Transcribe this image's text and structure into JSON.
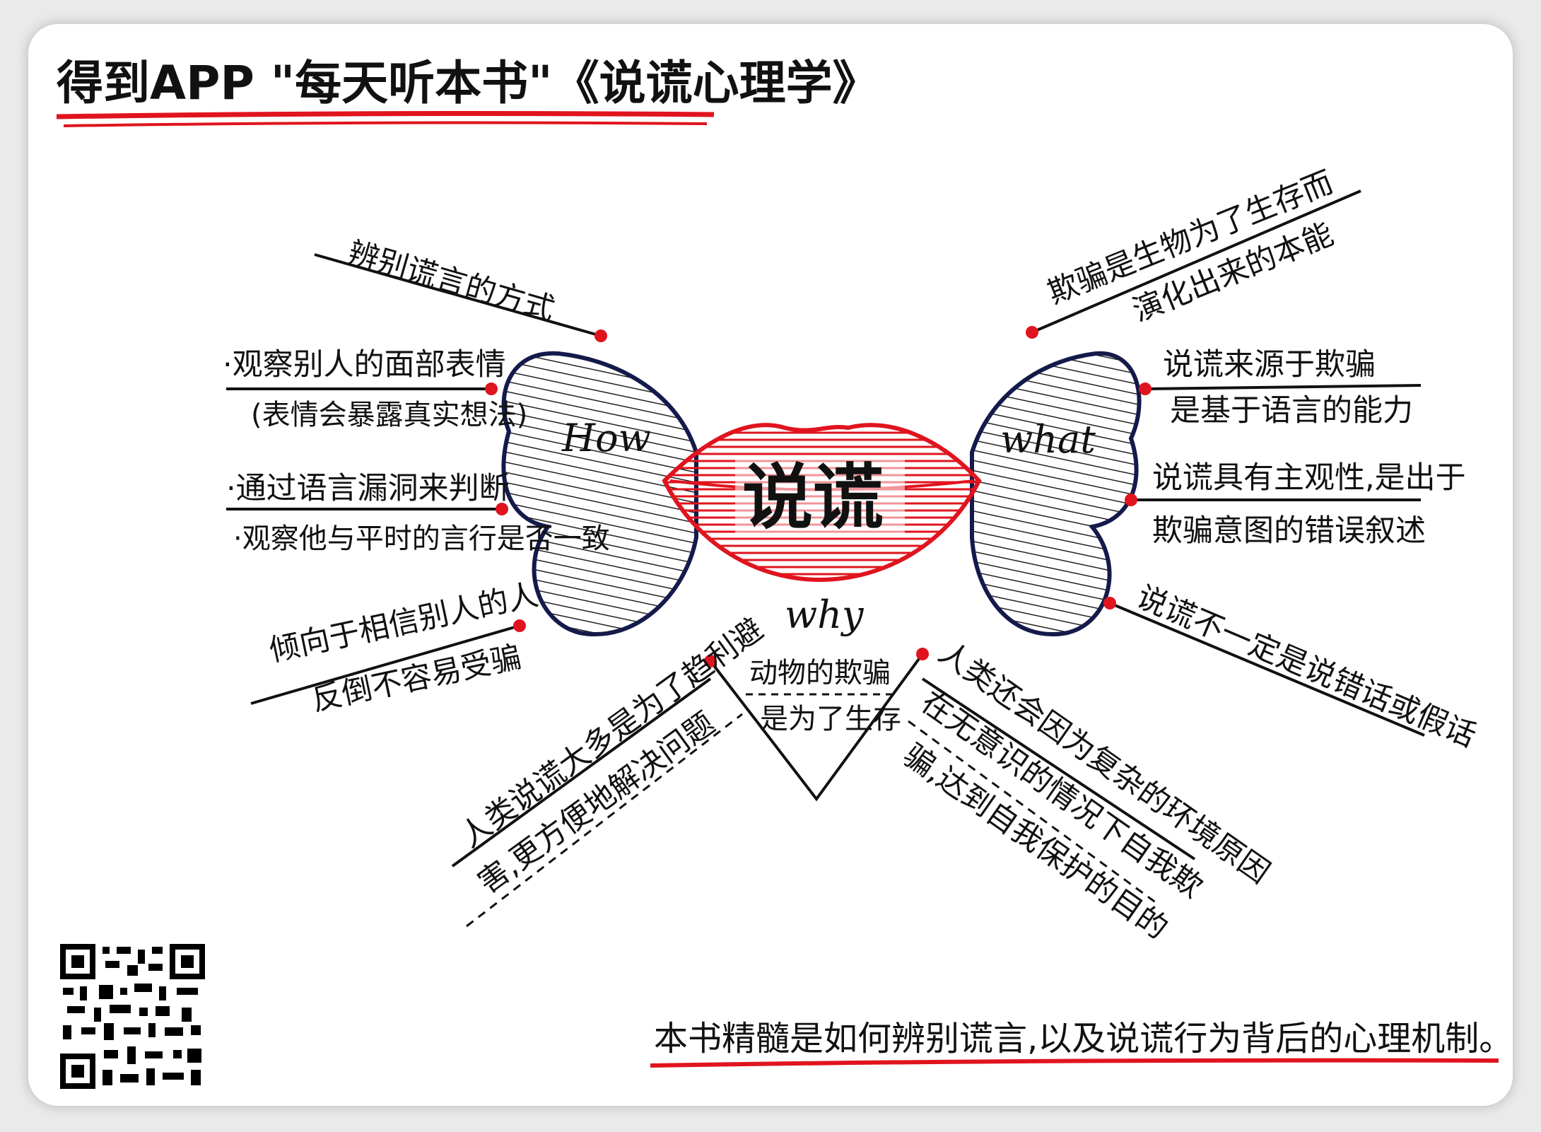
{
  "title": "得到APP \"每天听本书\"《说谎心理学》",
  "center": {
    "label": "说谎"
  },
  "wings": {
    "how": "How",
    "what": "what",
    "why": "why"
  },
  "how_branch": {
    "heading": "辨别谎言的方式",
    "item1_line1": "·观察别人的面部表情",
    "item1_line2": "(表情会暴露真实想法)",
    "item2_line1": "·通过语言漏洞来判断",
    "item2_line2": "·观察他与平时的言行是否一致",
    "item3_line1": "倾向于相信别人的人",
    "item3_line2": "反倒不容易受骗"
  },
  "what_branch": {
    "item1_line1": "欺骗是生物为了生存而",
    "item1_line2": "演化出来的本能",
    "item2_line1": "说谎来源于欺骗",
    "item2_line2": "是基于语言的能力",
    "item3_line1": "说谎具有主观性,是出于",
    "item3_line2": "欺骗意图的错误叙述",
    "item4": "说谎不一定是说错话或假话"
  },
  "why_branch": {
    "animal_line1": "动物的欺骗",
    "animal_line2": "是为了生存",
    "human_line1": "人类说谎大多是为了趋利避",
    "human_line2": "害,更方便地解决问题",
    "self_line1": "人类还会因为复杂的环境原因",
    "self_line2": "在无意识的情况下自我欺",
    "self_line3": "骗,达到自我保护的目的"
  },
  "summary": "本书精髓是如何辨别谎言,以及说谎行为背后的心理机制。",
  "colors": {
    "accent": "#e0141e",
    "wing_outline": "#141a4a",
    "ink": "#111111"
  }
}
